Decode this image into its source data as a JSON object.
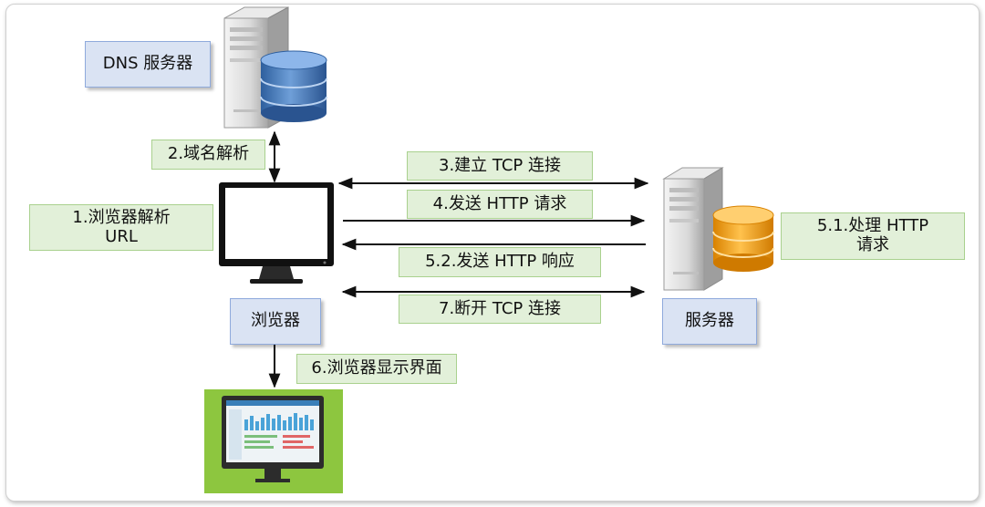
{
  "nodes": {
    "dns": "DNS 服务器",
    "browser": "浏览器",
    "server": "服务器"
  },
  "steps": {
    "s1_line1": "1.浏览器解析",
    "s1_line2": "URL",
    "s2": "2.域名解析",
    "s3": "3.建立 TCP 连接",
    "s4": "4.发送 HTTP 请求",
    "s51_line1": "5.1.处理 HTTP",
    "s51_line2": "请求",
    "s52": "5.2.发送 HTTP 响应",
    "s6": "6.浏览器显示界面",
    "s7": "7.断开 TCP 连接"
  },
  "colors": {
    "step_fill": "#e2f0d9",
    "step_border": "#a9d18e",
    "node_fill": "#dae3f3",
    "node_border": "#8faadc",
    "dns_db": "#4f81bd",
    "server_db": "#f5a623",
    "display_bg": "#8dc63f"
  },
  "icons": [
    "server-tower-icon",
    "database-icon",
    "monitor-icon",
    "dashboard-screen-icon"
  ]
}
